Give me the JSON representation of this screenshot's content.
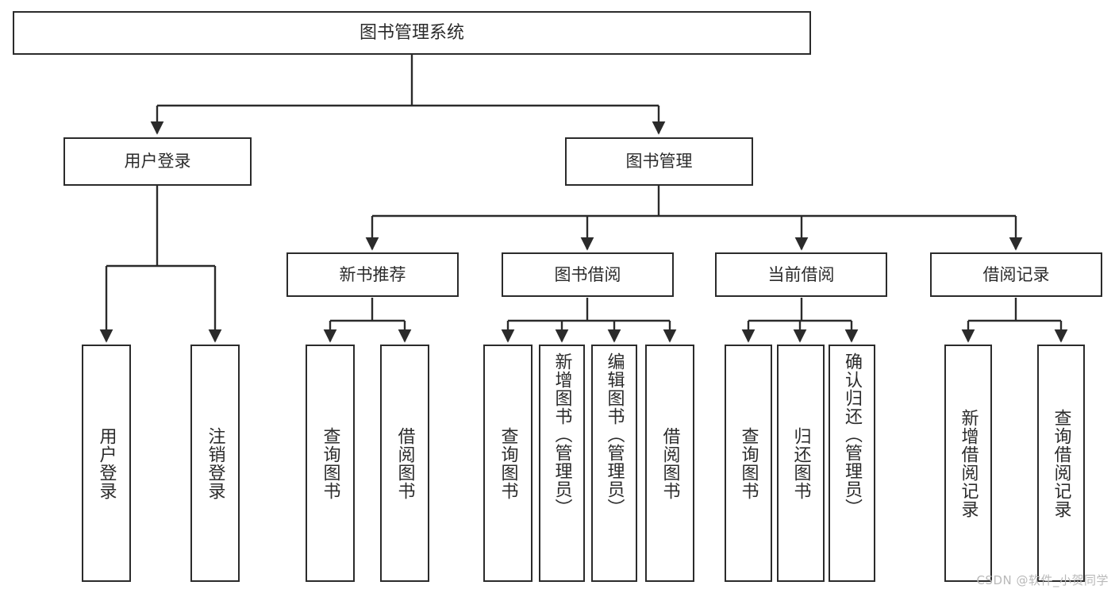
{
  "diagram": {
    "type": "tree",
    "title": "图书管理系统",
    "orientation": "top-down",
    "colors": {
      "node_border": "#2b2b2b",
      "node_fill": "#ffffff",
      "edge": "#2b2b2b",
      "background": "#ffffff",
      "watermark": "#b9b9b9"
    },
    "watermark": "CSDN @软件_小贺同学",
    "levels": {
      "level0": [
        "图书管理系统"
      ],
      "level1": [
        "用户登录",
        "图书管理"
      ],
      "level2": [
        "新书推荐",
        "图书借阅",
        "当前借阅",
        "借阅记录"
      ],
      "level3": [
        "用户登录",
        "注销登录",
        "查询图书",
        "借阅图书",
        "查询图书",
        "新增图书（管理员）",
        "编辑图书（管理员）",
        "借阅图书",
        "查询图书",
        "归还图书",
        "确认归还（管理员）",
        "新增借阅记录",
        "查询借阅记录"
      ]
    },
    "nodes": {
      "root": {
        "label": "图书管理系统"
      },
      "user_login": {
        "label": "用户登录"
      },
      "book_mgmt": {
        "label": "图书管理"
      },
      "new_book_rec": {
        "label": "新书推荐"
      },
      "book_borrow": {
        "label": "图书借阅"
      },
      "current_borrow": {
        "label": "当前借阅"
      },
      "borrow_record": {
        "label": "借阅记录"
      },
      "leaf_user_login": {
        "label": "用户登录"
      },
      "leaf_logout": {
        "label": "注销登录"
      },
      "leaf_query_book_1": {
        "label": "查询图书"
      },
      "leaf_borrow_book_1": {
        "label": "借阅图书"
      },
      "leaf_query_book_2": {
        "label": "查询图书"
      },
      "leaf_add_book": {
        "label": "新增图书（管理员）"
      },
      "leaf_edit_book": {
        "label": "编辑图书（管理员）"
      },
      "leaf_borrow_book_2": {
        "label": "借阅图书"
      },
      "leaf_query_book_3": {
        "label": "查询图书"
      },
      "leaf_return_book": {
        "label": "归还图书"
      },
      "leaf_confirm_return": {
        "label": "确认归还（管理员）"
      },
      "leaf_add_record": {
        "label": "新增借阅记录"
      },
      "leaf_query_record": {
        "label": "查询借阅记录"
      }
    },
    "edges": [
      {
        "from": "root",
        "to": "user_login"
      },
      {
        "from": "root",
        "to": "book_mgmt"
      },
      {
        "from": "book_mgmt",
        "to": "new_book_rec"
      },
      {
        "from": "book_mgmt",
        "to": "book_borrow"
      },
      {
        "from": "book_mgmt",
        "to": "current_borrow"
      },
      {
        "from": "book_mgmt",
        "to": "borrow_record"
      },
      {
        "from": "user_login",
        "to": "leaf_user_login"
      },
      {
        "from": "user_login",
        "to": "leaf_logout"
      },
      {
        "from": "new_book_rec",
        "to": "leaf_query_book_1"
      },
      {
        "from": "new_book_rec",
        "to": "leaf_borrow_book_1"
      },
      {
        "from": "book_borrow",
        "to": "leaf_query_book_2"
      },
      {
        "from": "book_borrow",
        "to": "leaf_add_book"
      },
      {
        "from": "book_borrow",
        "to": "leaf_edit_book"
      },
      {
        "from": "book_borrow",
        "to": "leaf_borrow_book_2"
      },
      {
        "from": "current_borrow",
        "to": "leaf_query_book_3"
      },
      {
        "from": "current_borrow",
        "to": "leaf_return_book"
      },
      {
        "from": "current_borrow",
        "to": "leaf_confirm_return"
      },
      {
        "from": "borrow_record",
        "to": "leaf_add_record"
      },
      {
        "from": "borrow_record",
        "to": "leaf_query_record"
      }
    ]
  }
}
